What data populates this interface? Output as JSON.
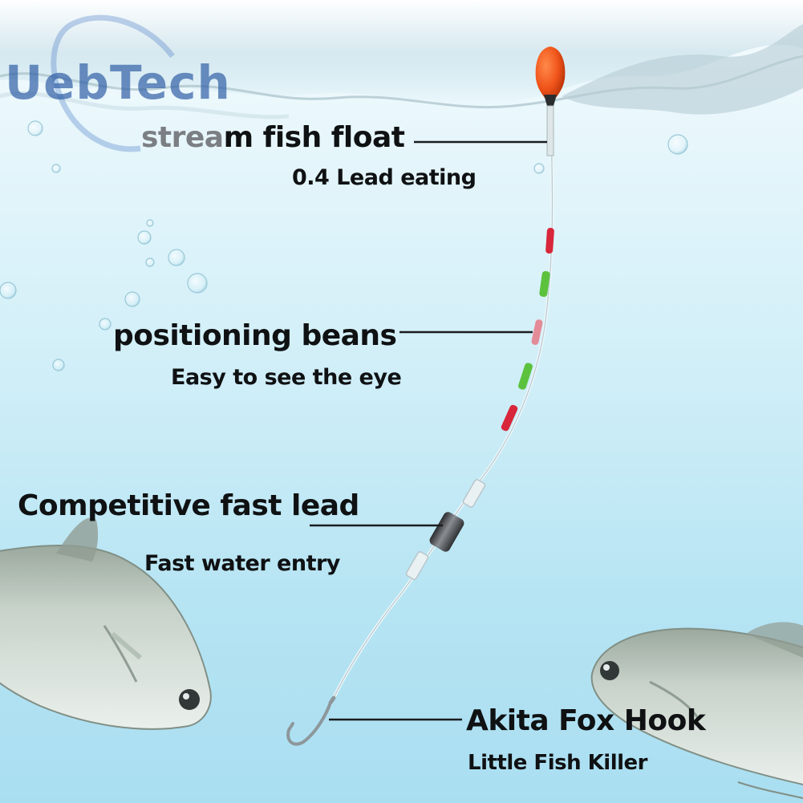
{
  "watermark": {
    "text": "UebTech"
  },
  "labels": {
    "float": {
      "title_light": "strea",
      "title": "m fish float",
      "subtitle": "0.4 Lead eating"
    },
    "beans": {
      "title": "positioning beans",
      "subtitle": "Easy to see the eye"
    },
    "lead": {
      "title": "Competitive fast lead",
      "subtitle": "Fast water entry"
    },
    "hook": {
      "title": "Akita Fox Hook",
      "subtitle": "Little Fish Killer"
    }
  },
  "colors": {
    "float_body": "#f0541a",
    "bean_red": "#d8263a",
    "bean_green": "#5cc23e",
    "lead_dark": "#3d4044",
    "line": "#e9f3f6",
    "text": "#0f1113"
  },
  "scene_objects": [
    "water-surface",
    "bubbles",
    "fish-left",
    "fish-right",
    "fishing-rig"
  ]
}
